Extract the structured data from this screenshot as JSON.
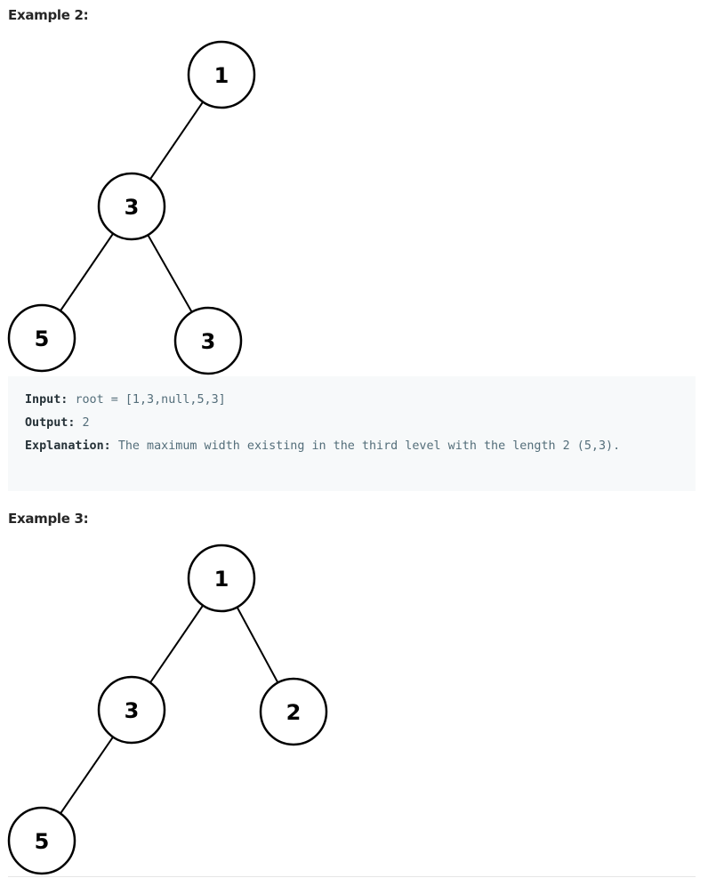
{
  "example2": {
    "heading": "Example 2:",
    "tree": {
      "nodes": [
        {
          "id": "n1",
          "label": "1"
        },
        {
          "id": "n2",
          "label": "3"
        },
        {
          "id": "n3",
          "label": "5"
        },
        {
          "id": "n4",
          "label": "3"
        }
      ],
      "edges": [
        [
          "n1",
          "n2"
        ],
        [
          "n2",
          "n3"
        ],
        [
          "n2",
          "n4"
        ]
      ]
    },
    "input_label": "Input:",
    "input_value": "root = [1,3,null,5,3]",
    "output_label": "Output:",
    "output_value": "2",
    "explanation_label": "Explanation:",
    "explanation_value": "The maximum width existing in the third level with the length 2 (5,3)."
  },
  "example3": {
    "heading": "Example 3:",
    "tree": {
      "nodes": [
        {
          "id": "m1",
          "label": "1"
        },
        {
          "id": "m2",
          "label": "3"
        },
        {
          "id": "m3",
          "label": "2"
        },
        {
          "id": "m4",
          "label": "5"
        }
      ],
      "edges": [
        [
          "m1",
          "m2"
        ],
        [
          "m1",
          "m3"
        ],
        [
          "m2",
          "m4"
        ]
      ]
    }
  }
}
